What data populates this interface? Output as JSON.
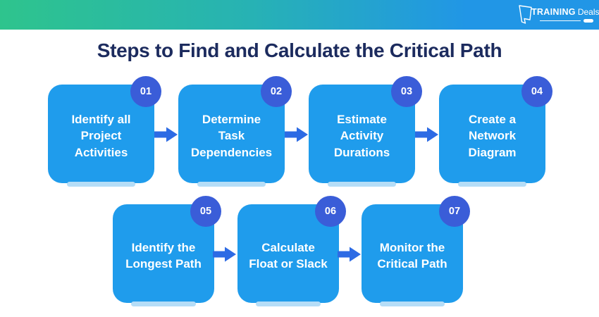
{
  "header": {
    "logo": {
      "brand": "TRAINING",
      "suffix": "Deals"
    }
  },
  "title": "Steps to Find and Calculate the Critical Path",
  "steps": [
    {
      "number": "01",
      "label": "Identify all\nProject\nActivities"
    },
    {
      "number": "02",
      "label": "Determine\nTask\nDependencies"
    },
    {
      "number": "03",
      "label": "Estimate\nActivity\nDurations"
    },
    {
      "number": "04",
      "label": "Create a\nNetwork\nDiagram"
    },
    {
      "number": "05",
      "label": "Identify the\nLongest Path"
    },
    {
      "number": "06",
      "label": "Calculate\nFloat or Slack"
    },
    {
      "number": "07",
      "label": "Monitor the\nCritical Path"
    }
  ],
  "colors": {
    "header_gradient_start": "#2ec48d",
    "header_gradient_mid": "#27b2b4",
    "header_gradient_end": "#2196e6",
    "step_box": "#1f9cec",
    "step_badge": "#3a5dd8",
    "arrow": "#2d6be4",
    "title_text": "#1c2b5e",
    "box_shadow_tab": "#b5ddf7",
    "step_text": "#ffffff"
  }
}
